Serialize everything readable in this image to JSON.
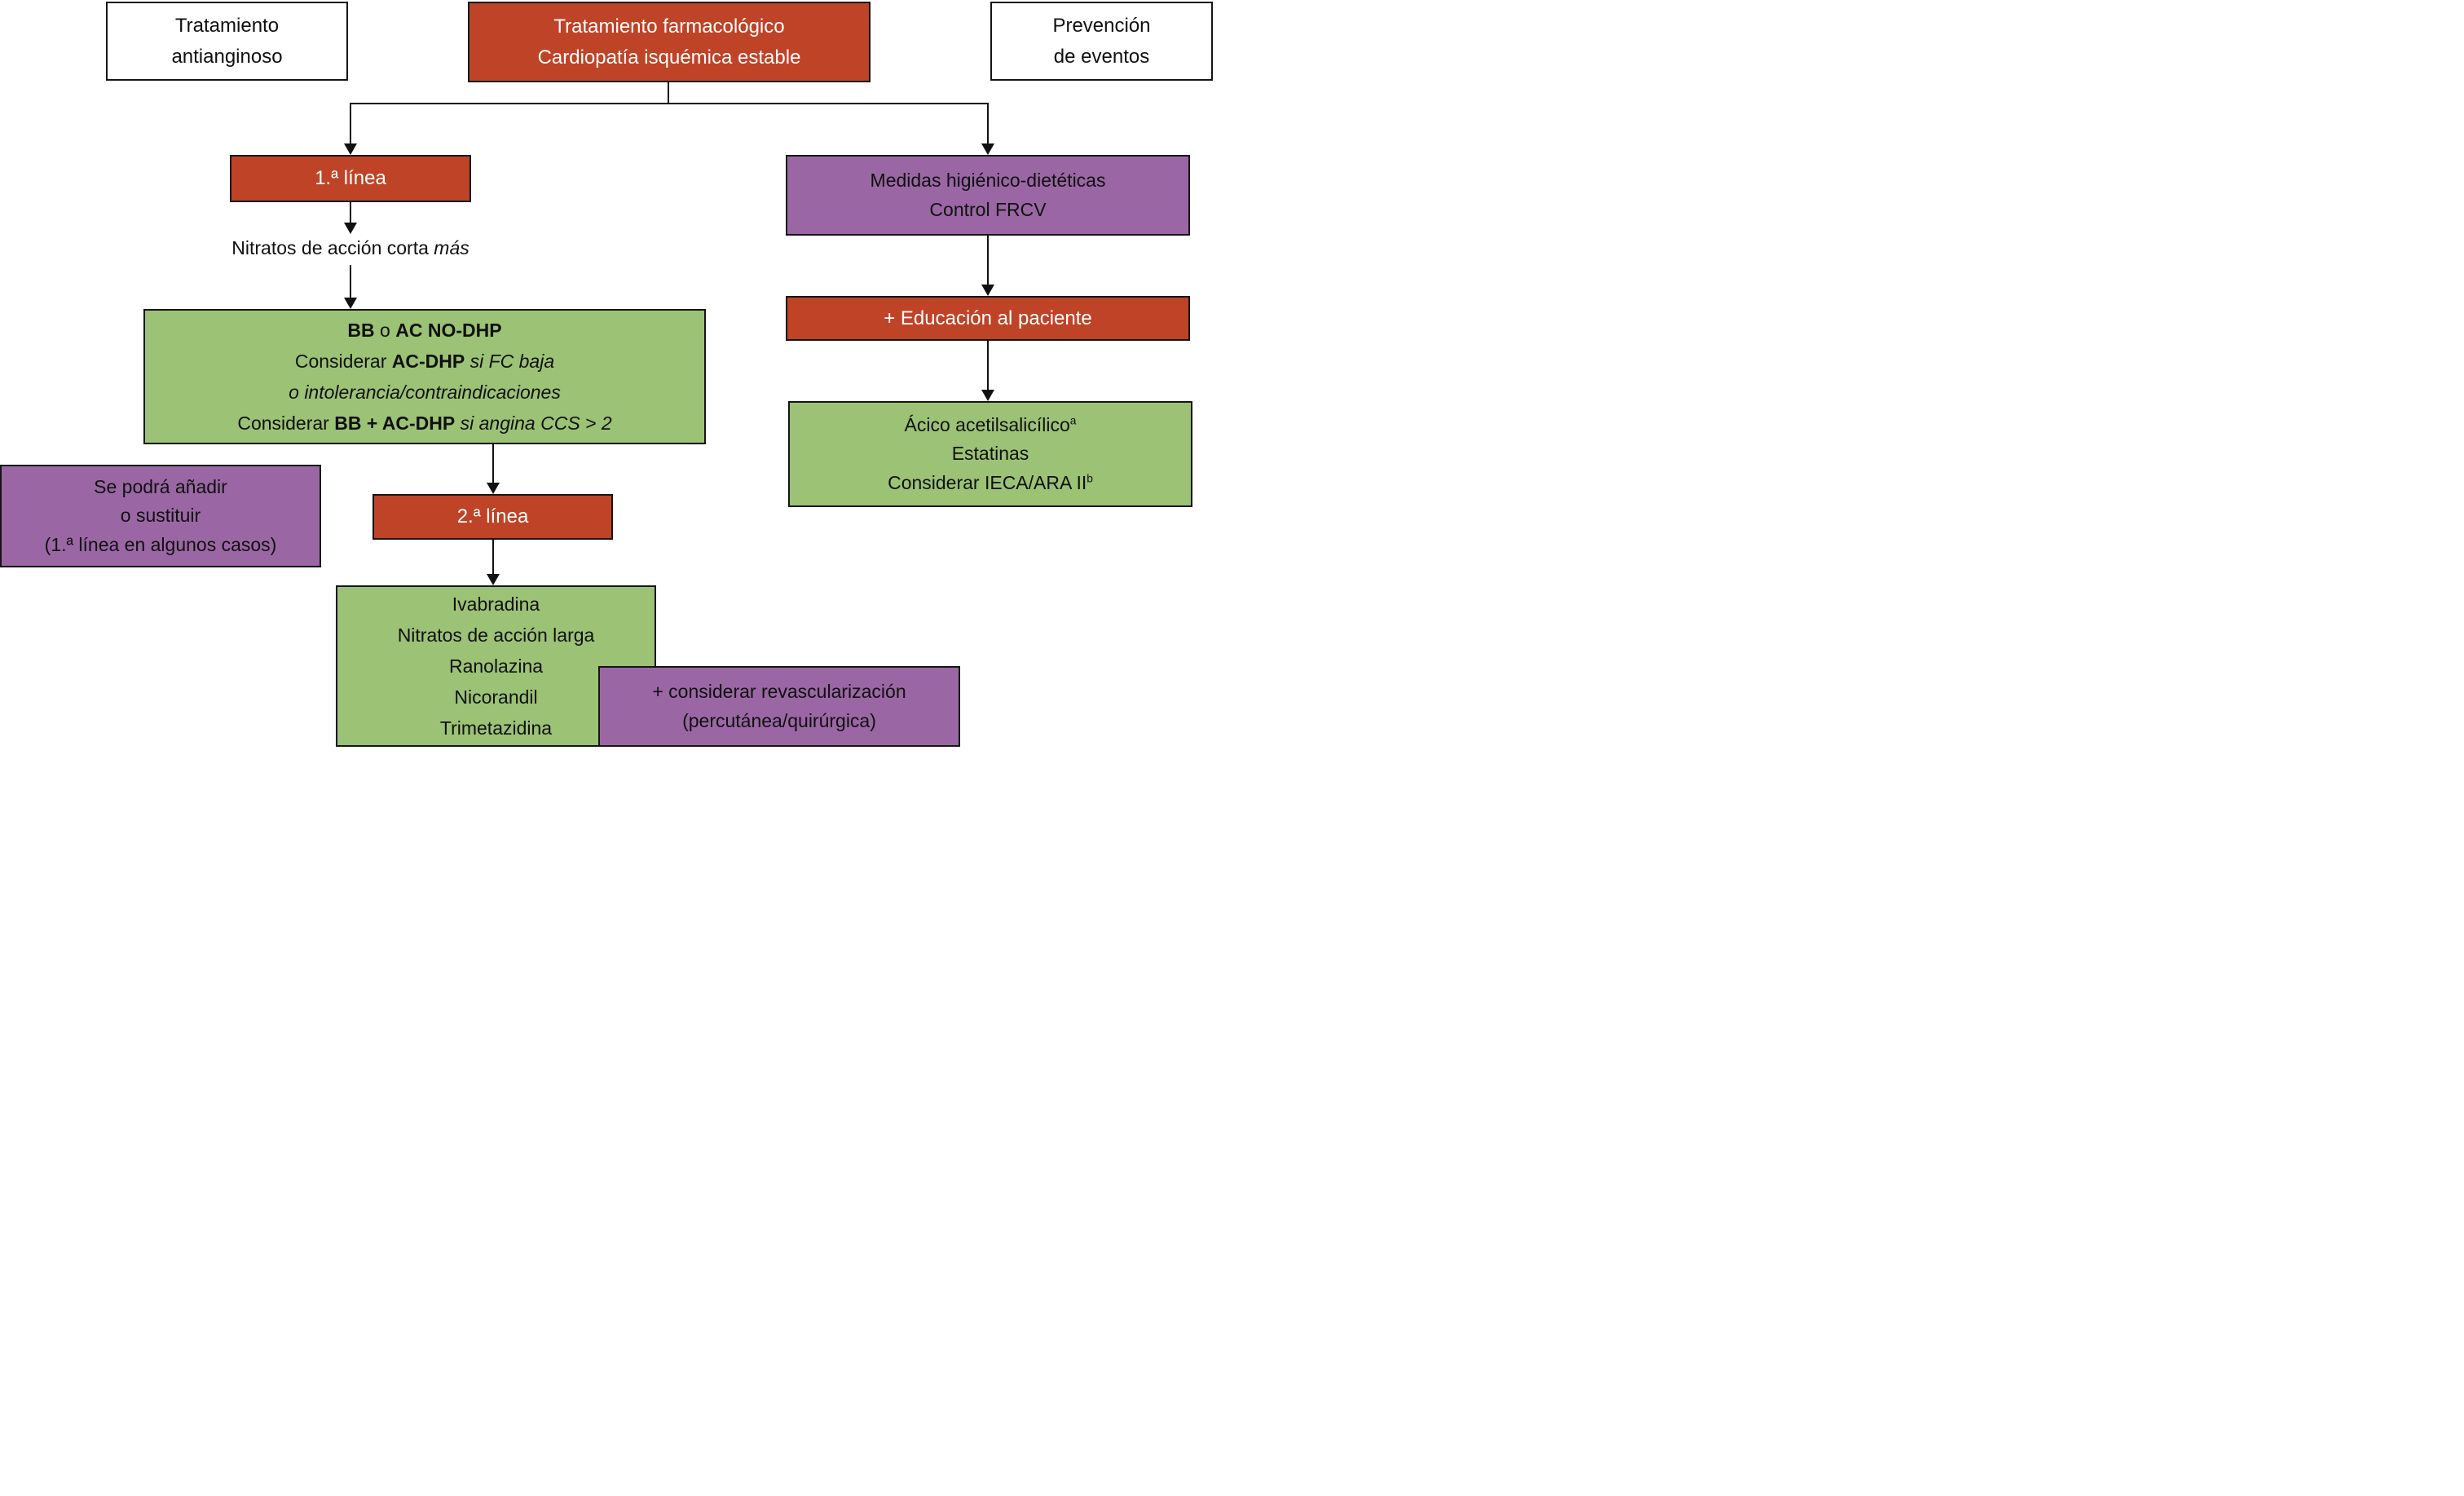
{
  "figure_title": "Tratamiento farmacológico Cardiopatía isquémica estable",
  "colors": {
    "red": "#bf4327",
    "purple": "#9a67a4",
    "green": "#9cc276",
    "ink": "#111111",
    "line": "#111111",
    "paper": "#ffffff"
  },
  "nodes": {
    "antianginoso": {
      "lines": [
        "Tratamiento",
        "antianginoso"
      ]
    },
    "main": {
      "lines": [
        "Tratamiento farmacológico",
        "Cardiopatía isquémica estable"
      ]
    },
    "prevencion": {
      "lines": [
        "Prevención",
        "de eventos"
      ]
    },
    "linea1": {
      "lines": [
        "1.ª línea"
      ]
    },
    "nitratos_corta": {
      "lines": [
        [
          {
            "t": "Nitratos de acción corta "
          },
          {
            "t": "más",
            "s": "i"
          }
        ]
      ]
    },
    "bb_ac": {
      "lines": [
        [
          {
            "t": "BB",
            "s": "b"
          },
          {
            "t": " o "
          },
          {
            "t": "AC NO-DHP",
            "s": "b"
          }
        ],
        [
          {
            "t": "Considerar "
          },
          {
            "t": "AC-DHP",
            "s": "b"
          },
          {
            "t": " si FC baja",
            "s": "i"
          }
        ],
        [
          {
            "t": "o intolerancia/contraindicaciones",
            "s": "i"
          }
        ],
        [
          {
            "t": "Considerar "
          },
          {
            "t": "BB + AC-DHP",
            "s": "b"
          },
          {
            "t": " si angina CCS > 2",
            "s": "i"
          }
        ]
      ]
    },
    "se_podra": {
      "lines": [
        "Se podrá añadir",
        "o sustituir",
        "(1.ª línea en algunos casos)"
      ]
    },
    "linea2": {
      "lines": [
        "2.ª línea"
      ]
    },
    "farmacos_2a": {
      "lines": [
        "Ivabradina",
        "Nitratos de acción larga",
        "Ranolazina",
        "Nicorandil",
        "Trimetazidina"
      ]
    },
    "revascularizacion": {
      "lines": [
        "+ considerar revascularización",
        "(percutánea/quirúrgica)"
      ]
    },
    "medidas": {
      "lines": [
        "Medidas higiénico-dietéticas",
        "Control FRCV"
      ]
    },
    "educacion": {
      "lines": [
        "+ Educación al paciente"
      ]
    },
    "prevencion_farmacos": {
      "lines": [
        [
          {
            "t": "Ácico acetilsalicílico"
          },
          {
            "t": "a",
            "s": "sup"
          }
        ],
        [
          {
            "t": "Estatinas"
          }
        ],
        [
          {
            "t": "Considerar IECA/ARA II"
          },
          {
            "t": "b",
            "s": "sup"
          }
        ]
      ]
    }
  }
}
